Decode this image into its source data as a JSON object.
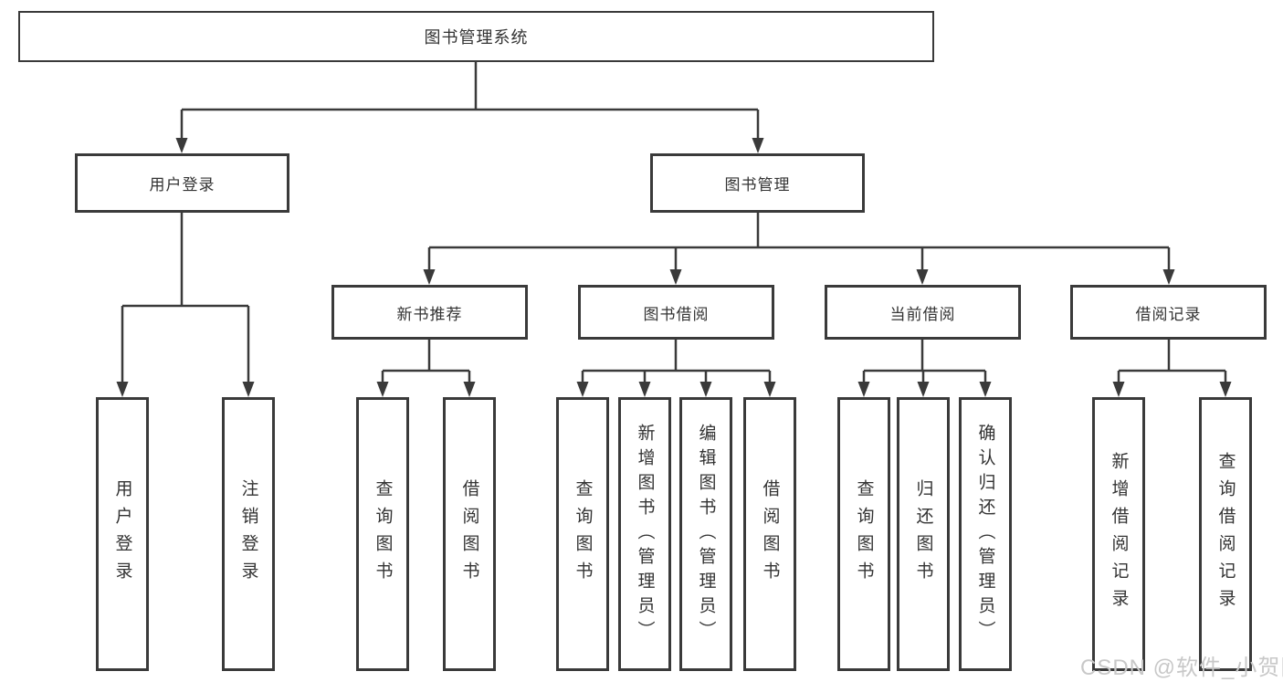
{
  "diagram": {
    "nodes": {
      "root": "图书管理系统",
      "user_login": "用户登录",
      "book_management": "图书管理",
      "new_book_recommend": "新书推荐",
      "book_borrowing": "图书借阅",
      "current_borrowing": "当前借阅",
      "borrowing_records": "借阅记录",
      "login": "用户登录",
      "logout": "注销登录",
      "rec_query_books": "查询图书",
      "rec_borrow_books": "借阅图书",
      "bor_query_books": "查询图书",
      "bor_add_books": "新增图书（管理员）",
      "bor_edit_books": "编辑图书（管理员）",
      "bor_borrow_books": "借阅图书",
      "cur_query_books": "查询图书",
      "cur_return_books": "归还图书",
      "cur_confirm_return": "确认归还（管理员）",
      "rcd_add_record": "新增借阅记录",
      "rcd_query_record": "查询借阅记录"
    },
    "hierarchy": {
      "图书管理系统": [
        "用户登录",
        "图书管理"
      ],
      "用户登录": [
        "用户登录",
        "注销登录"
      ],
      "图书管理": [
        "新书推荐",
        "图书借阅",
        "当前借阅",
        "借阅记录"
      ],
      "新书推荐": [
        "查询图书",
        "借阅图书"
      ],
      "图书借阅": [
        "查询图书",
        "新增图书（管理员）",
        "编辑图书（管理员）",
        "借阅图书"
      ],
      "当前借阅": [
        "查询图书",
        "归还图书",
        "确认归还（管理员）"
      ],
      "借阅记录": [
        "新增借阅记录",
        "查询借阅记录"
      ]
    }
  },
  "watermark": "CSDN @软件_小贺同学",
  "colors": {
    "line": "#3a3a3a",
    "text": "#333333",
    "watermark": "#c8c8c8",
    "background": "#ffffff"
  }
}
